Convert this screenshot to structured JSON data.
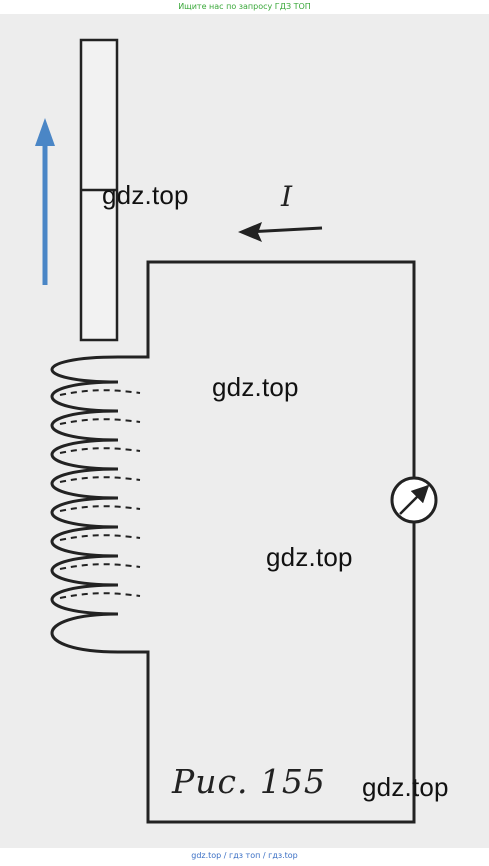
{
  "header": {
    "banner": "Ищите нас по запросу ГДЗ ТОП"
  },
  "footer": {
    "banner": "gdz.top / гдз топ / гдз.top"
  },
  "watermarks": [
    "gdz.top",
    "gdz.top",
    "gdz.top",
    "gdz.top"
  ],
  "figure": {
    "current_label": "I",
    "caption": "Рис. 155"
  },
  "colors": {
    "motion_arrow": "#4a86c6",
    "line": "#222222",
    "background": "#ededed"
  }
}
